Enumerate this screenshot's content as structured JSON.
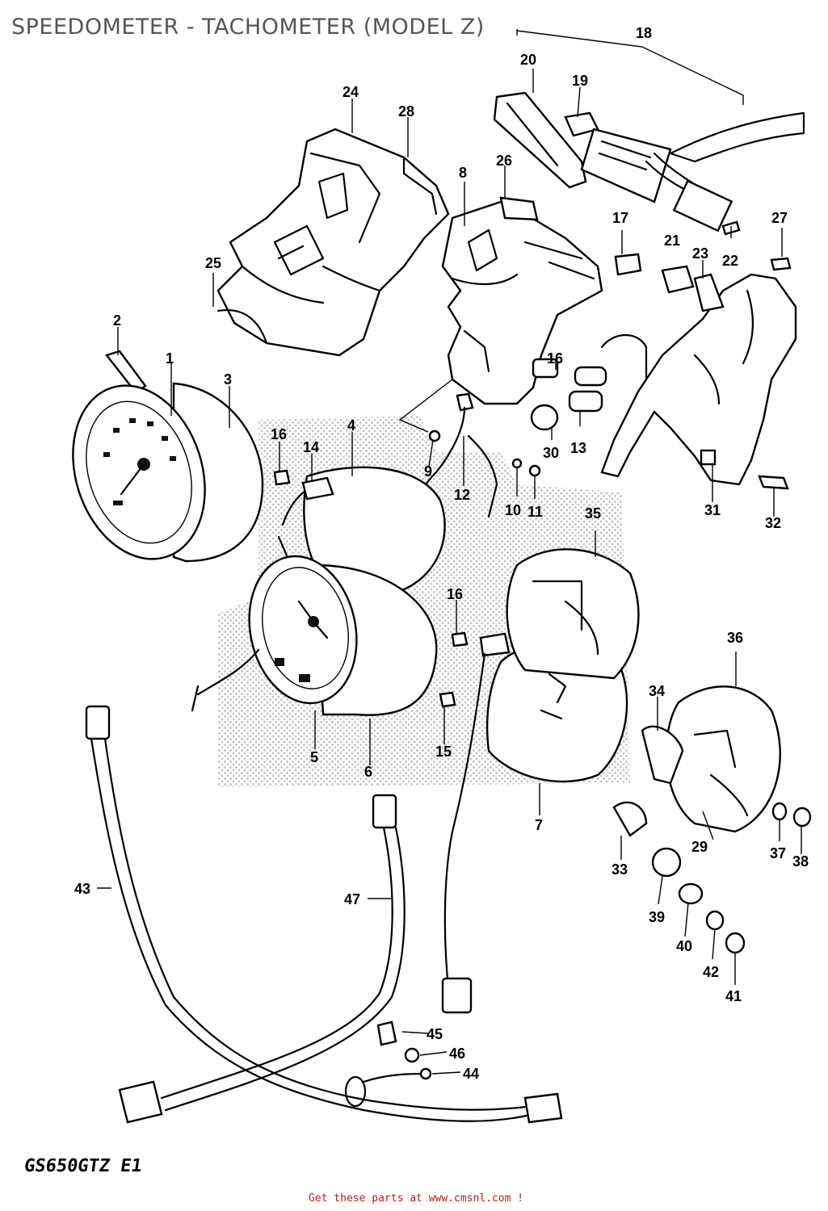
{
  "title": "SPEEDOMETER - TACHOMETER (MODEL Z)",
  "model_code": "GS650GTZ E1",
  "footer_link": "Get these parts at www.cmsnl.com !",
  "callouts": [
    "1",
    "2",
    "3",
    "4",
    "5",
    "6",
    "7",
    "8",
    "9",
    "10",
    "11",
    "12",
    "13",
    "14",
    "15",
    "16",
    "17",
    "18",
    "19",
    "20",
    "21",
    "22",
    "23",
    "24",
    "25",
    "26",
    "27",
    "28",
    "29",
    "30",
    "31",
    "32",
    "33",
    "34",
    "35",
    "36",
    "37",
    "38",
    "39",
    "40",
    "41",
    "42",
    "43",
    "44",
    "45",
    "46",
    "47"
  ],
  "icons": {
    "watermark": "cmsnl-watermark"
  }
}
